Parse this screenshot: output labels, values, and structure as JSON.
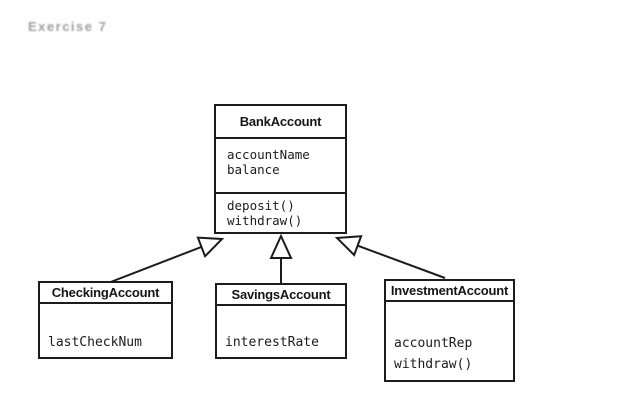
{
  "page": {
    "label": "Exercise 7",
    "background": "#fefefe"
  },
  "diagram": {
    "type": "uml-class-diagram",
    "colors": {
      "line": "#1c1c1c",
      "text": "#1c1c1c",
      "box_fill": "#ffffff",
      "heading_text": "#8f8f8f"
    },
    "classes": [
      {
        "name": "BankAccount",
        "attributes": [
          "accountName",
          "balance"
        ],
        "methods": [
          "deposit()",
          "withdraw()"
        ]
      },
      {
        "name": "CheckingAccount",
        "attributes": [
          "lastCheckNum"
        ],
        "methods": []
      },
      {
        "name": "SavingsAccount",
        "attributes": [
          "interestRate"
        ],
        "methods": []
      },
      {
        "name": "InvestmentAccount",
        "attributes": [
          "accountRep"
        ],
        "methods": [
          "withdraw()"
        ]
      }
    ],
    "relations": [
      {
        "from": "CheckingAccount",
        "to": "BankAccount",
        "type": "generalization"
      },
      {
        "from": "SavingsAccount",
        "to": "BankAccount",
        "type": "generalization"
      },
      {
        "from": "InvestmentAccount",
        "to": "BankAccount",
        "type": "generalization"
      }
    ]
  }
}
